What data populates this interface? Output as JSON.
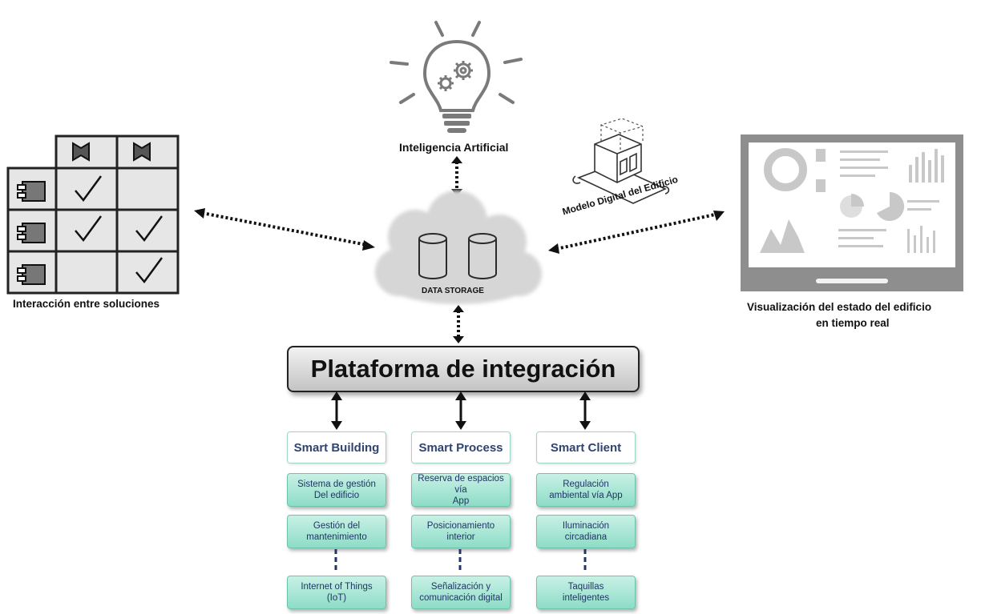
{
  "nodes": {
    "ai": "Inteligencia Artificial",
    "data_storage": "DATA STORAGE",
    "digital_model": "Modelo Digital del Edificio",
    "interaction": "Interacción entre soluciones",
    "visualization_line1": "Visualización  del estado del edificio",
    "visualization_line2": "en tiempo real",
    "platform": "Plataforma de integración"
  },
  "columns": [
    {
      "title": "Smart Building",
      "items": [
        "Sistema de gestión\nDel edificio",
        "Gestión del\nmantenimiento",
        "Internet of Things\n(IoT)"
      ]
    },
    {
      "title": "Smart Process",
      "items": [
        "Reserva de espacios vía\nApp",
        "Posicionamiento\ninterior",
        "Señalización y\ncomunicación digital"
      ]
    },
    {
      "title": "Smart Client",
      "items": [
        "Regulación\nambiental vía App",
        "Iluminación\ncircadiana",
        "Taquillas\ninteligentes"
      ]
    }
  ],
  "colors": {
    "item_fill": "#a8e6d4",
    "category_text": "#2f4470",
    "cloud": "#d9d9d9"
  },
  "icons": [
    "lightbulb-gears-icon",
    "cloud-icon",
    "database-icon",
    "building-model-icon",
    "dashboard-monitor-icon",
    "matrix-table-icon",
    "check-icon",
    "bookmark-icon",
    "component-icon"
  ]
}
